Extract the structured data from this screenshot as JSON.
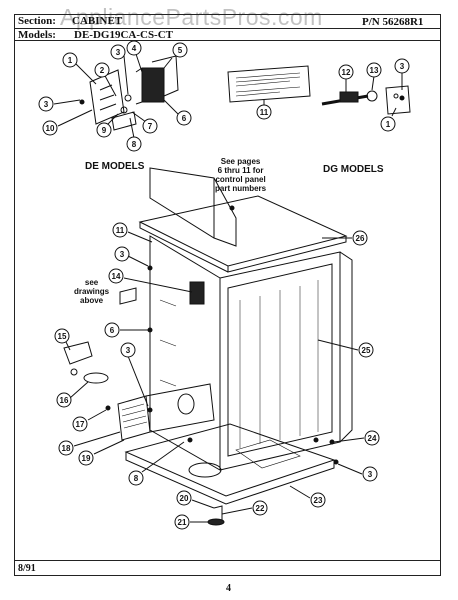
{
  "header": {
    "section_label": "Section:",
    "section_value": "CABINET",
    "pn_label": "P/N 56268R1",
    "models_label": "Models:",
    "models_value": "DE-DG19CA-CS-CT"
  },
  "watermark": "AppliancePartsPros.com",
  "labels": {
    "de_models": "DE MODELS",
    "dg_models": "DG MODELS",
    "see_pages": [
      "See pages",
      "6 thru 11 for",
      "control panel",
      "part numbers"
    ],
    "see_drawings": [
      "see",
      "drawings",
      "above"
    ]
  },
  "callouts": [
    "1",
    "2",
    "3",
    "4",
    "5",
    "6",
    "7",
    "8",
    "9",
    "10",
    "11",
    "12",
    "13",
    "14",
    "15",
    "16",
    "17",
    "18",
    "19",
    "20",
    "21",
    "22",
    "23",
    "24",
    "25",
    "26"
  ],
  "footer": {
    "date": "8/91",
    "page_number": "4"
  },
  "colors": {
    "ink": "#111111",
    "paper": "#ffffff",
    "watermark": "#8a8a8a"
  }
}
